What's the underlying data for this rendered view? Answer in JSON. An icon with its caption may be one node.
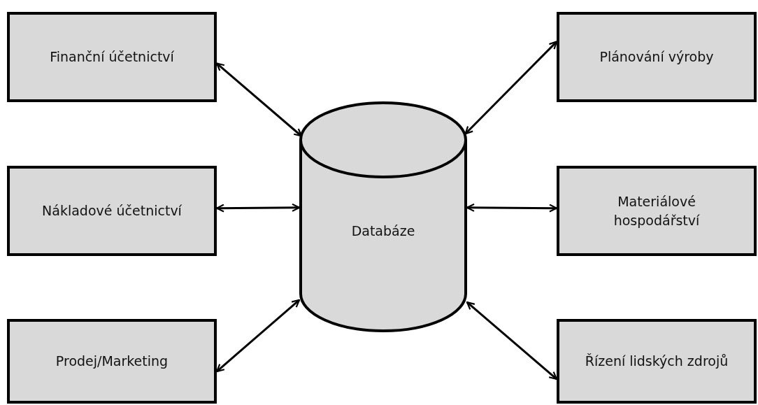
{
  "diagram": {
    "nodes": [
      {
        "text": [
          "Finanční účetnictví"
        ]
      },
      {
        "text": [
          "Plánování výroby"
        ]
      },
      {
        "text": [
          "Nákladové účetnictví"
        ]
      },
      {
        "text": [
          "Databáze"
        ]
      },
      {
        "text": [
          "Materiálové hospodářství"
        ]
      },
      {
        "text": [
          "Prodej/Marketing"
        ]
      },
      {
        "text": [
          "Řízení lidských zdrojů"
        ]
      }
    ],
    "edges": [
      {
        "from": 0,
        "to": 3,
        "arrow": "both"
      },
      {
        "from": 1,
        "to": 3,
        "arrow": "both"
      },
      {
        "from": 2,
        "to": 3,
        "arrow": "both"
      },
      {
        "from": 4,
        "to": 3,
        "arrow": "both"
      },
      {
        "from": 5,
        "to": 3,
        "arrow": "both"
      },
      {
        "from": 6,
        "to": 3,
        "arrow": "both"
      }
    ]
  }
}
